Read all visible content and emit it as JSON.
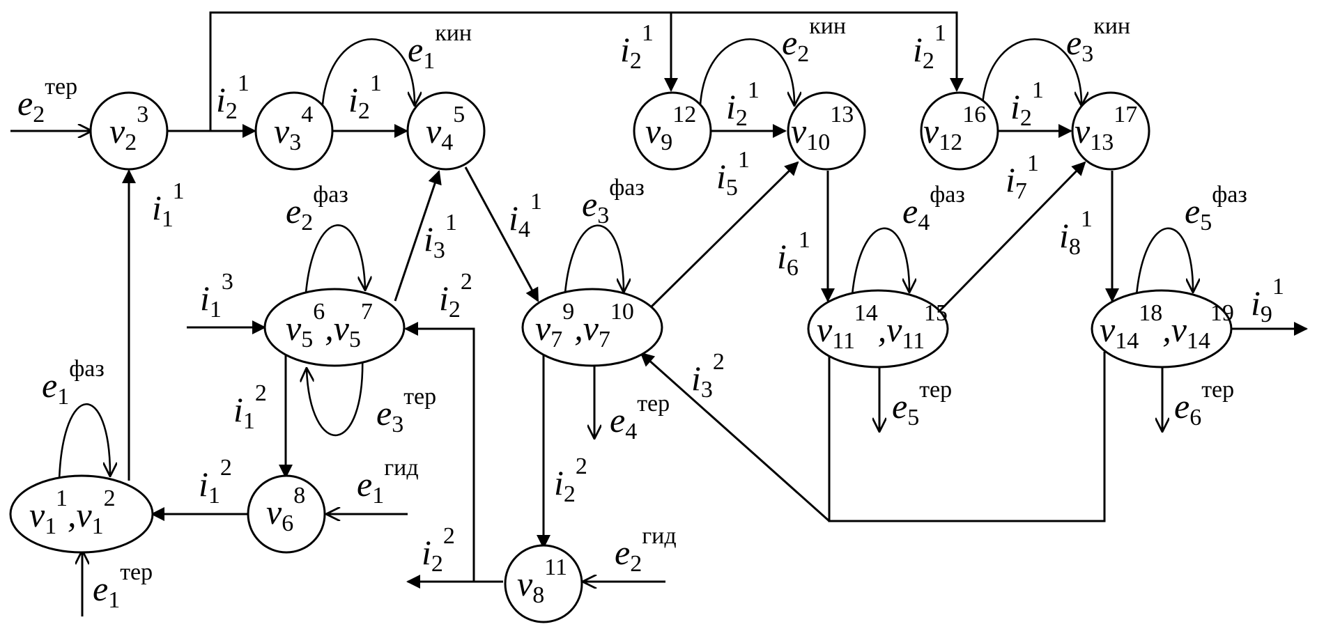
{
  "nodes": {
    "v2": {
      "base": "v",
      "sub": "2",
      "sup": "3"
    },
    "v3": {
      "base": "v",
      "sub": "3",
      "sup": "4"
    },
    "v4": {
      "base": "v",
      "sub": "4",
      "sup": "5"
    },
    "v9": {
      "base": "v",
      "sub": "9",
      "sup": "12"
    },
    "v10": {
      "base": "v",
      "sub": "10",
      "sup": "13"
    },
    "v12": {
      "base": "v",
      "sub": "12",
      "sup": "16"
    },
    "v13": {
      "base": "v",
      "sub": "13",
      "sup": "17"
    },
    "v6": {
      "base": "v",
      "sub": "6",
      "sup": "8"
    },
    "v8": {
      "base": "v",
      "sub": "8",
      "sup": "11"
    },
    "v5": {
      "a": {
        "base": "v",
        "sub": "5",
        "sup": "6"
      },
      "sep": ",",
      "b": {
        "base": "v",
        "sub": "5",
        "sup": "7"
      }
    },
    "v7": {
      "a": {
        "base": "v",
        "sub": "7",
        "sup": "9"
      },
      "sep": ",",
      "b": {
        "base": "v",
        "sub": "7",
        "sup": "10"
      }
    },
    "v11": {
      "a": {
        "base": "v",
        "sub": "11",
        "sup": "14"
      },
      "sep": ",",
      "b": {
        "base": "v",
        "sub": "11",
        "sup": "15"
      }
    },
    "v14": {
      "a": {
        "base": "v",
        "sub": "14",
        "sup": "18"
      },
      "sep": ",",
      "b": {
        "base": "v",
        "sub": "14",
        "sup": "19"
      }
    },
    "v1": {
      "a": {
        "base": "v",
        "sub": "1",
        "sup": "1"
      },
      "sep": ",",
      "b": {
        "base": "v",
        "sub": "1",
        "sup": "2"
      }
    }
  },
  "edge_labels": {
    "e2_ter": {
      "base": "e",
      "sub": "2",
      "sup": "тер"
    },
    "i2_top1": {
      "base": "i",
      "sub": "2",
      "sup": "1"
    },
    "i2_34": {
      "base": "i",
      "sub": "2",
      "sup": "1"
    },
    "e1_kin": {
      "base": "e",
      "sub": "1",
      "sup": "кин"
    },
    "i2_top9": {
      "base": "i",
      "sub": "2",
      "sup": "1"
    },
    "e2_kin": {
      "base": "e",
      "sub": "2",
      "sup": "кин"
    },
    "i2_910": {
      "base": "i",
      "sub": "2",
      "sup": "1"
    },
    "i2_top12": {
      "base": "i",
      "sub": "2",
      "sup": "1"
    },
    "e3_kin": {
      "base": "e",
      "sub": "3",
      "sup": "кин"
    },
    "i2_1213": {
      "base": "i",
      "sub": "2",
      "sup": "1"
    },
    "i1_1": {
      "base": "i",
      "sub": "1",
      "sup": "1"
    },
    "e2_faz": {
      "base": "e",
      "sub": "2",
      "sup": "фаз"
    },
    "i3_1": {
      "base": "i",
      "sub": "3",
      "sup": "1"
    },
    "i4_1": {
      "base": "i",
      "sub": "4",
      "sup": "1"
    },
    "e3_faz": {
      "base": "e",
      "sub": "3",
      "sup": "фаз"
    },
    "i5_1": {
      "base": "i",
      "sub": "5",
      "sup": "1"
    },
    "i6_1": {
      "base": "i",
      "sub": "6",
      "sup": "1"
    },
    "e4_faz": {
      "base": "e",
      "sub": "4",
      "sup": "фаз"
    },
    "i7_1": {
      "base": "i",
      "sub": "7",
      "sup": "1"
    },
    "i8_1": {
      "base": "i",
      "sub": "8",
      "sup": "1"
    },
    "e5_faz": {
      "base": "e",
      "sub": "5",
      "sup": "фаз"
    },
    "i9_1": {
      "base": "i",
      "sub": "9",
      "sup": "1"
    },
    "i1_3": {
      "base": "i",
      "sub": "1",
      "sup": "3"
    },
    "i2_2_in5": {
      "base": "i",
      "sub": "2",
      "sup": "2"
    },
    "i1_2_56": {
      "base": "i",
      "sub": "1",
      "sup": "2"
    },
    "e3_ter": {
      "base": "e",
      "sub": "3",
      "sup": "тер"
    },
    "e4_ter": {
      "base": "e",
      "sub": "4",
      "sup": "тер"
    },
    "i3_2": {
      "base": "i",
      "sub": "3",
      "sup": "2"
    },
    "e5_ter": {
      "base": "e",
      "sub": "5",
      "sup": "тер"
    },
    "e6_ter": {
      "base": "e",
      "sub": "6",
      "sup": "тер"
    },
    "e1_faz": {
      "base": "e",
      "sub": "1",
      "sup": "фаз"
    },
    "i1_2_61": {
      "base": "i",
      "sub": "1",
      "sup": "2"
    },
    "e1_gid": {
      "base": "e",
      "sub": "1",
      "sup": "гид"
    },
    "i2_2_78": {
      "base": "i",
      "sub": "2",
      "sup": "2"
    },
    "i2_2_out": {
      "base": "i",
      "sub": "2",
      "sup": "2"
    },
    "e2_gid": {
      "base": "e",
      "sub": "2",
      "sup": "гид"
    },
    "e1_ter": {
      "base": "e",
      "sub": "1",
      "sup": "тер"
    }
  }
}
